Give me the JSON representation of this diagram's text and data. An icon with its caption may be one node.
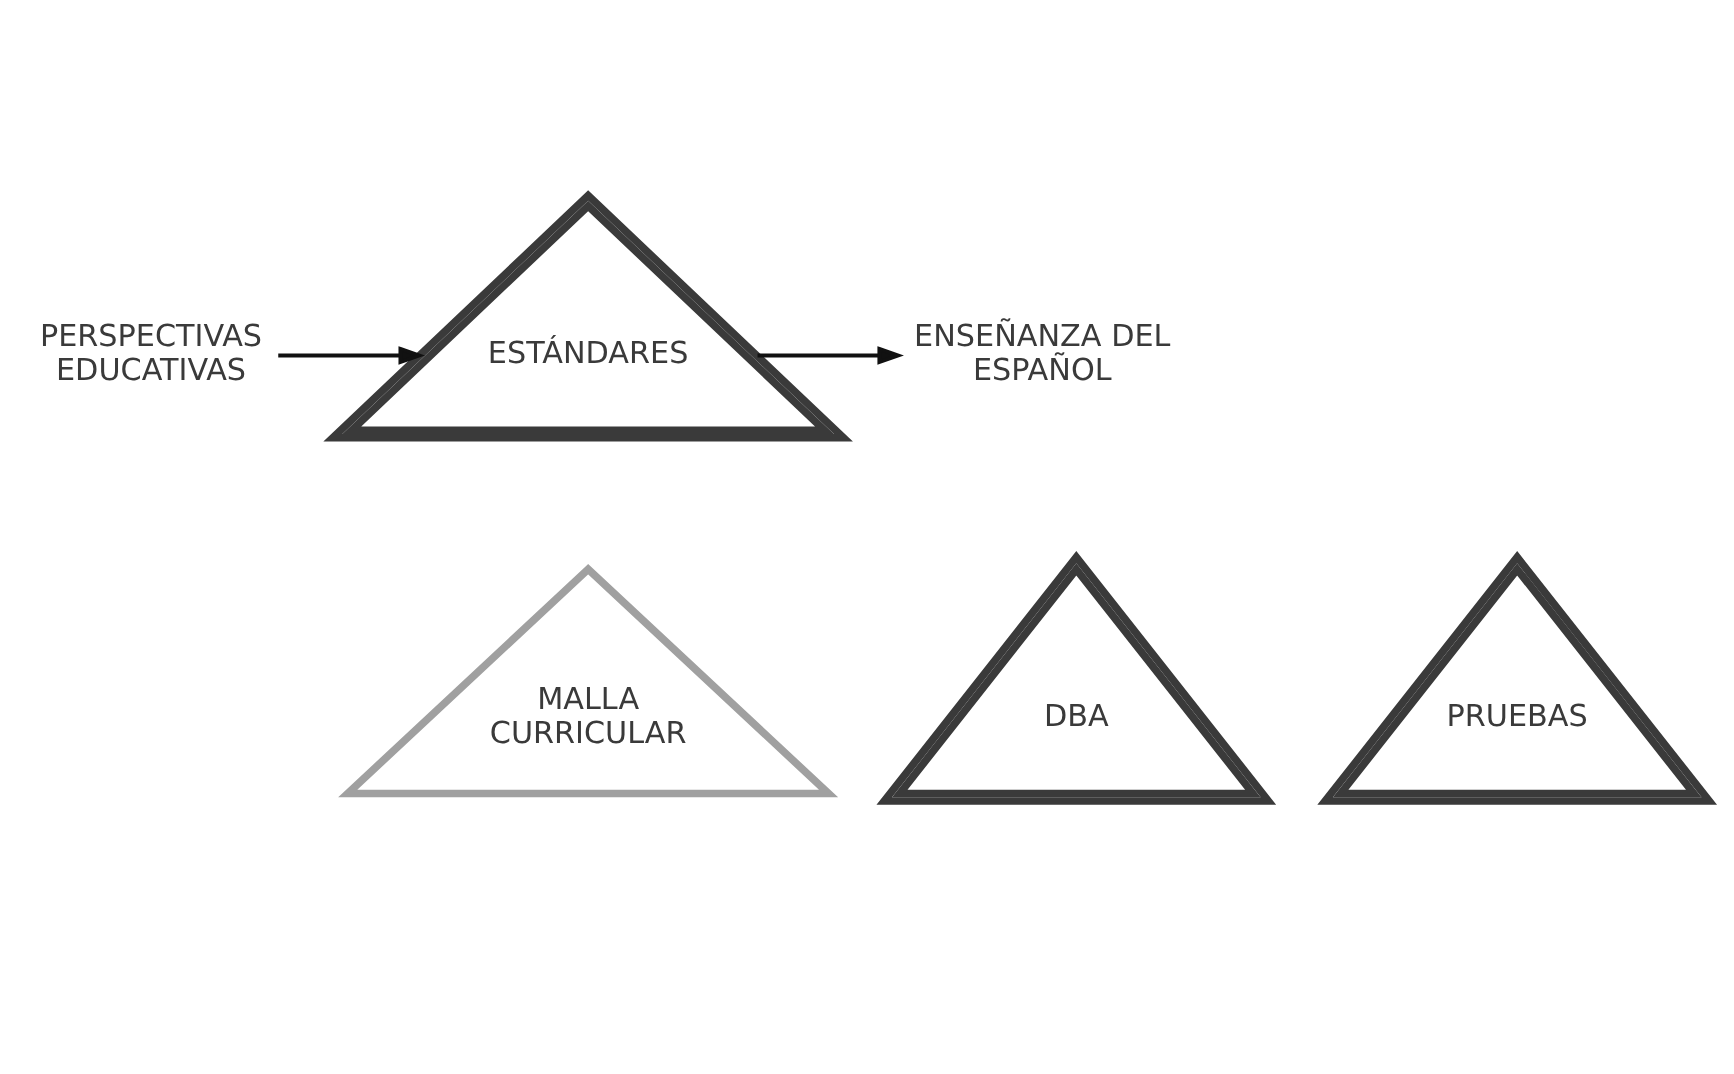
{
  "diagram": {
    "nodes": [
      {
        "text": [
          "PERSPECTIVAS EDUCATIVAS"
        ]
      },
      {
        "text": [
          "ESTÁNDARES"
        ]
      },
      {
        "text": [
          "ENSEÑANZA DEL ESPAÑOL"
        ]
      },
      {
        "text": [
          "MALLA CURRICULAR"
        ]
      },
      {
        "text": [
          "DBA"
        ]
      },
      {
        "text": [
          "PRUEBAS"
        ]
      }
    ],
    "edges": [
      {
        "from": 0,
        "to": 1,
        "arrow": "to"
      },
      {
        "from": 1,
        "to": 2,
        "arrow": "to"
      }
    ]
  }
}
